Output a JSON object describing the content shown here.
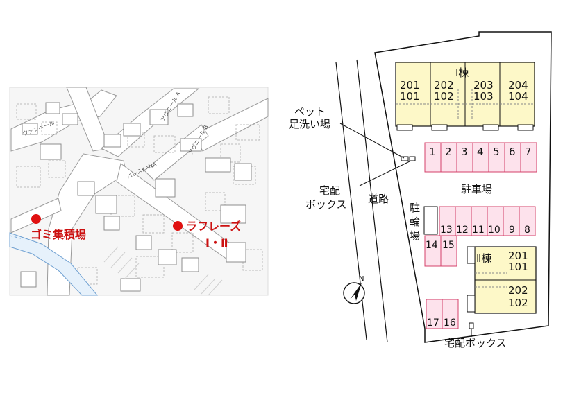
{
  "locator_map": {
    "garbage_point_label": "ゴミ集積場",
    "property_label_line1": "ラフレーズ",
    "property_label_line2": "Ⅰ・Ⅱ",
    "marker_color": "#e01010",
    "neighbor_labels": [
      "ヴァンベール",
      "パレスKANA",
      "アヴニール A",
      "アヴニール B"
    ]
  },
  "site_plan": {
    "building1": {
      "label": "Ⅰ棟",
      "units": [
        {
          "top": "201",
          "bottom": "101"
        },
        {
          "top": "202",
          "bottom": "102"
        },
        {
          "top": "203",
          "bottom": "103"
        },
        {
          "top": "204",
          "bottom": "104"
        }
      ]
    },
    "building2": {
      "label": "Ⅱ棟",
      "units": [
        {
          "top": "201",
          "bottom": "101"
        },
        {
          "top": "202",
          "bottom": "102"
        }
      ]
    },
    "parking_label": "駐車場",
    "parking_row1": [
      "1",
      "2",
      "3",
      "4",
      "5",
      "6",
      "7"
    ],
    "parking_row2": [
      "13",
      "12",
      "11",
      "10",
      "9",
      "8"
    ],
    "parking_row3": [
      "14",
      "15"
    ],
    "parking_row4": [
      "17",
      "16"
    ],
    "bicycle_label": [
      "駐",
      "輪",
      "場"
    ],
    "pet_wash_label_line1": "ペット",
    "pet_wash_label_line2": "足洗い場",
    "delivery_box_label_line1": "宅配",
    "delivery_box_label_line2": "ボックス",
    "road_label": "道路",
    "delivery_box_bottom_label": "宅配ボックス",
    "north_label": "N",
    "colors": {
      "building_fill": "#fdf8c8",
      "parking_fill": "#fde2ec",
      "parking_stroke": "#d4406a"
    }
  }
}
